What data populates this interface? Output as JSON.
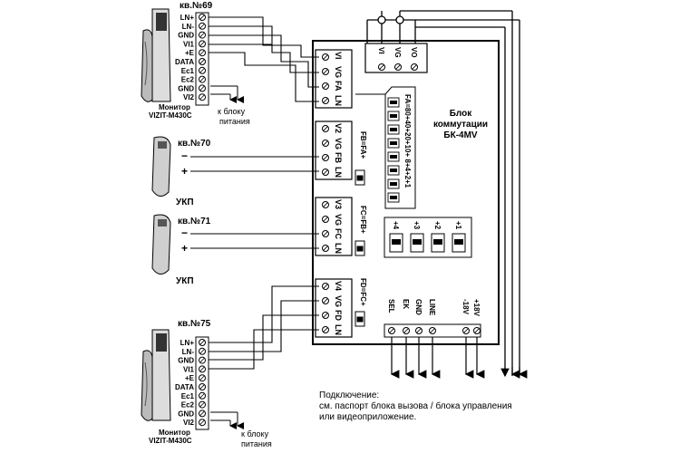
{
  "apt69": {
    "title": "кв.№69",
    "pins": [
      "LN+",
      "LN-",
      "GND",
      "VI1",
      "+E",
      "DATA",
      "Ec1",
      "Ec2",
      "GND",
      "VI2"
    ],
    "device_label": "Монитор",
    "device_model": "VIZIT-M430C",
    "power_note_1": "к блоку",
    "power_note_2": "питания"
  },
  "apt70": {
    "title": "кв.№70",
    "minus": "−",
    "plus": "+",
    "device": "УКП"
  },
  "apt71": {
    "title": "кв.№71",
    "minus": "−",
    "plus": "+",
    "device": "УКП"
  },
  "apt75": {
    "title": "кв.№75",
    "pins": [
      "LN+",
      "LN-",
      "GND",
      "VI1",
      "+E",
      "DATA",
      "Ec1",
      "Ec2",
      "GND",
      "VI2"
    ],
    "device_label": "Монитор",
    "device_model": "VIZIT-M430C",
    "power_note_1": "к блоку",
    "power_note_2": "питания"
  },
  "block": {
    "title_1": "Блок",
    "title_2": "коммутации",
    "title_3": "БК-4MV",
    "top_terminals": [
      "VI",
      "VG",
      "VO"
    ],
    "group1": [
      "VI",
      "VG",
      "FA",
      "LN"
    ],
    "group2": [
      "V2",
      "VG",
      "FB",
      "LN"
    ],
    "group3": [
      "V3",
      "VG",
      "FC",
      "LN"
    ],
    "group4": [
      "V4",
      "VG",
      "FD",
      "LN"
    ],
    "jumper2": "FB=FA+",
    "jumper3": "FC=FB+",
    "jumper4": "FD=FC+",
    "fa_label": "FA=80+40+20+10+ 8+4+2+1",
    "addr_jumpers": [
      "+4",
      "+3",
      "+2",
      "+1"
    ],
    "bottom_terminals": [
      "SEL",
      "EK",
      "GND",
      "LINE",
      "-18V",
      "+18V"
    ]
  },
  "note": {
    "line1": "Подключение:",
    "line2": "см. паспорт блока вызова / блока управления",
    "line3": "или видеоприложение."
  }
}
